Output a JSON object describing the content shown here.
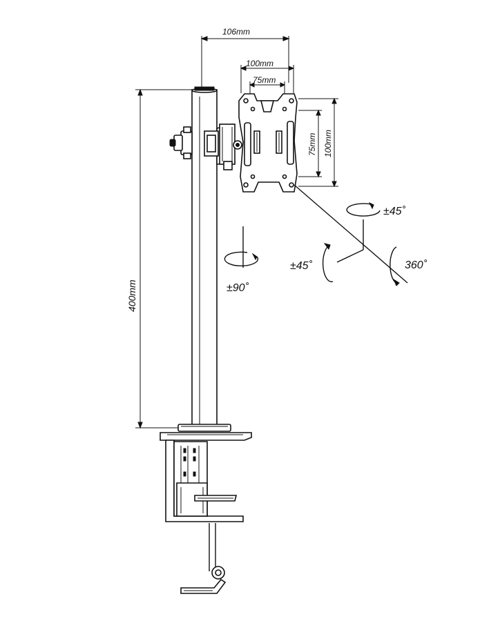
{
  "dimensions": {
    "width_106": "106mm",
    "width_100": "100mm",
    "width_75": "75mm",
    "height_75": "75mm",
    "height_100": "100mm",
    "pole_400": "400mm"
  },
  "rotations": {
    "tilt_top": "±45˚",
    "swivel_left": "±45˚",
    "rotate_360": "360˚",
    "pole_swivel": "±90˚"
  },
  "colors": {
    "line": "#111111",
    "background": "#ffffff"
  }
}
